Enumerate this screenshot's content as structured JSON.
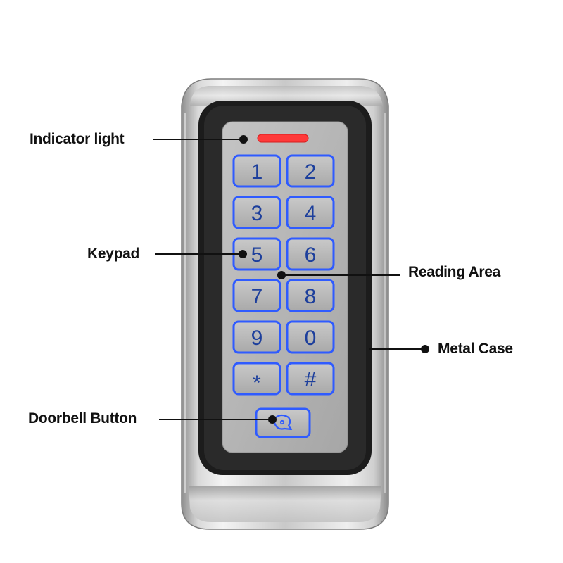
{
  "device": {
    "indicator_color": "#ff3a3a",
    "key_backlight_color": "#2f5bff",
    "keys": [
      "1",
      "2",
      "3",
      "4",
      "5",
      "6",
      "7",
      "8",
      "9",
      "0",
      "*",
      "#"
    ],
    "doorbell_icon": "bell-icon"
  },
  "callouts": {
    "indicator": "Indicator light",
    "keypad": "Keypad",
    "reading_area": "Reading Area",
    "metal_case": "Metal Case",
    "doorbell": "Doorbell Button"
  }
}
